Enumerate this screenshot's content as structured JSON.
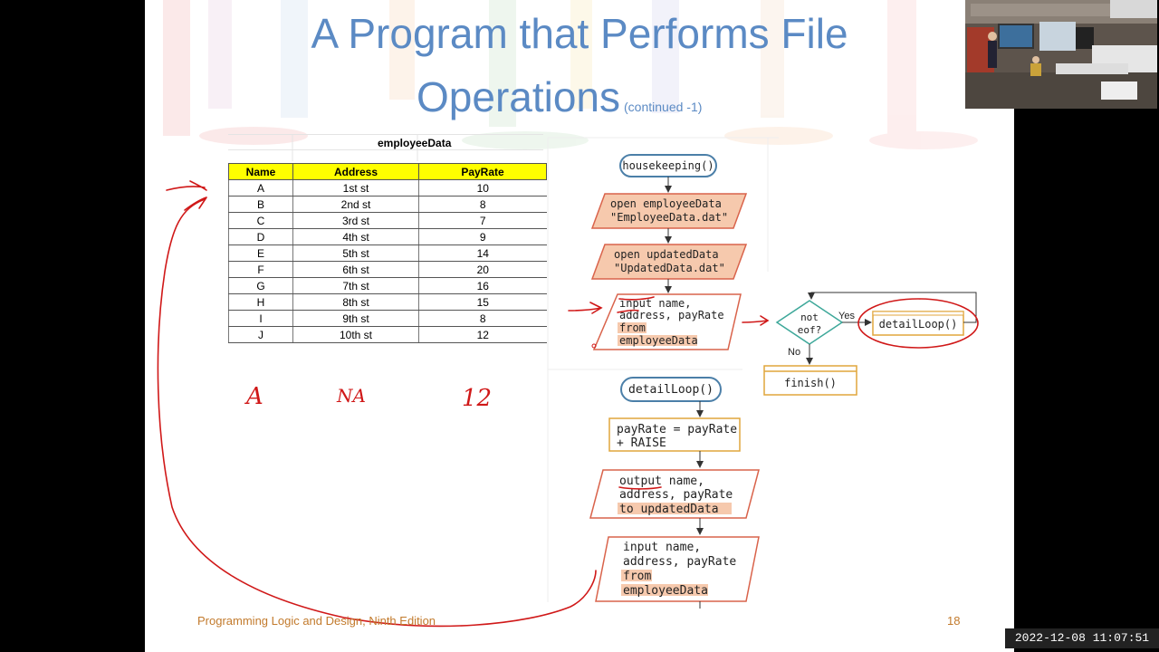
{
  "slide": {
    "title_line1": "A Program that Performs File",
    "title_line2": "Operations",
    "title_note": "(continued -1)",
    "footer": "Programming Logic and Design, Ninth Edition",
    "page_number": "18"
  },
  "spreadsheet": {
    "title": "employeeData",
    "headers": [
      "Name",
      "Address",
      "PayRate"
    ],
    "rows": [
      [
        "A",
        "1st st",
        "10"
      ],
      [
        "B",
        "2nd st",
        "8"
      ],
      [
        "C",
        "3rd st",
        "7"
      ],
      [
        "D",
        "4th st",
        "9"
      ],
      [
        "E",
        "5th st",
        "14"
      ],
      [
        "F",
        "6th st",
        "20"
      ],
      [
        "G",
        "7th st",
        "16"
      ],
      [
        "H",
        "8th st",
        "15"
      ],
      [
        "I",
        "9th st",
        "8"
      ],
      [
        "J",
        "10th st",
        "12"
      ]
    ],
    "header_color": "#ffff00"
  },
  "flowchart": {
    "housekeeping": "housekeeping()",
    "open_employee": [
      "open employeeData",
      "\"EmployeeData.dat\""
    ],
    "open_updated": [
      "open updatedData",
      "\"UpdatedData.dat\""
    ],
    "input1": [
      "input name,",
      "address, payRate",
      "from",
      "employeeData"
    ],
    "decision": [
      "not",
      "eof?"
    ],
    "yes": "Yes",
    "no": "No",
    "detailloop_call": "detailLoop()",
    "finish": "finish()",
    "detailloop_header": "detailLoop()",
    "process": [
      "payRate = payRate",
      "+ RAISE"
    ],
    "output": [
      "output name,",
      "address, payRate",
      "to updatedData"
    ],
    "input2": [
      "input name,",
      "address, payRate",
      "from",
      "employeeData"
    ]
  },
  "handwriting": [
    "A",
    "NA",
    "12"
  ],
  "colors": {
    "title": "#5b8ac4",
    "footer": "#c27a2c",
    "io_fill": "#f6c9ad",
    "io_stroke": "#d9634b",
    "terminal_stroke": "#4b7fa8",
    "process_stroke": "#e0a63c",
    "ink": "#d01818"
  },
  "video": {
    "timestamp": "2022-12-08 11:07:51"
  }
}
